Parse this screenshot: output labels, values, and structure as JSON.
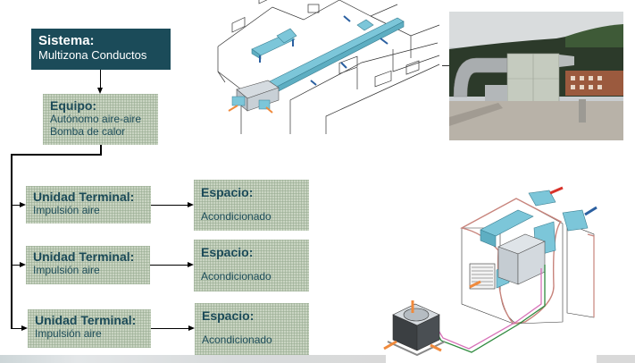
{
  "sistema": {
    "title": "Sistema:",
    "subtitle": "Multizona Conductos"
  },
  "equipo": {
    "title": "Equipo:",
    "line1": "Autónomo aire-aire",
    "line2": "Bomba de calor"
  },
  "rows": [
    {
      "terminal_title": "Unidad Terminal:",
      "terminal_sub": "Impulsión aire",
      "espacio_title": "Espacio:",
      "espacio_sub": "Acondicionado"
    },
    {
      "terminal_title": "Unidad Terminal:",
      "terminal_sub": "Impulsión aire",
      "espacio_title": "Espacio:",
      "espacio_sub": "Acondicionado"
    },
    {
      "terminal_title": "Unidad Terminal:",
      "terminal_sub": "Impulsión aire",
      "espacio_title": "Espacio:",
      "espacio_sub": "Acondicionado"
    }
  ],
  "illustrations": {
    "duct_diagram": "multizone-duct-building-illustration",
    "rooftop_photo": "rooftop-unit-photo",
    "split_unit_diagram": "split-unit-with-outdoor-condenser-illustration"
  },
  "colors": {
    "sistema_bg": "#1b4b59",
    "box_fill": "#c9d4c2",
    "text_dark": "#1b4a58",
    "duct_blue": "#7cc6d9",
    "arrow_orange": "#f08a3c",
    "arrow_red": "#d8322a",
    "arrow_blue": "#2a5fa0"
  }
}
